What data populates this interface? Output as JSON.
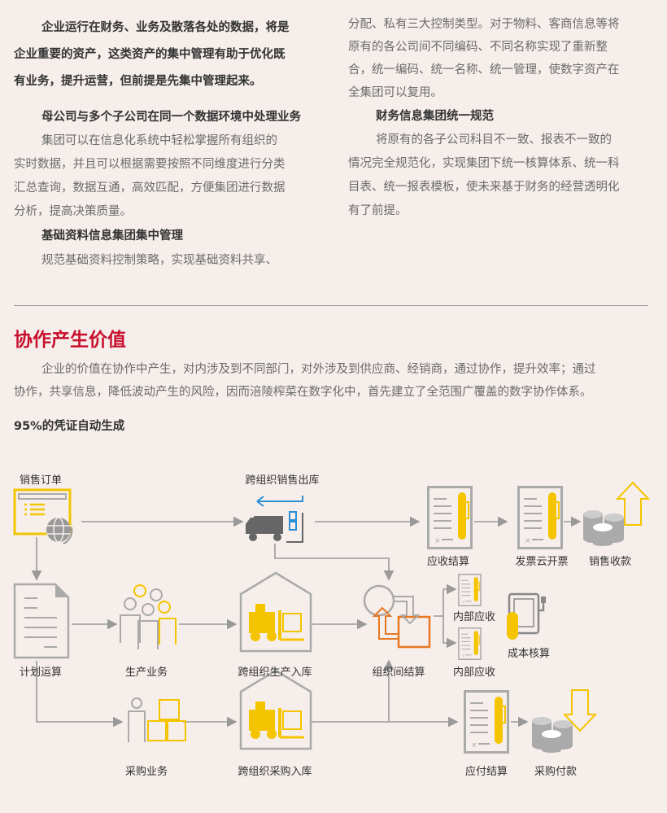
{
  "left_column": {
    "intro": [
      "企业运行在财务、业务及散落各处的数据，将是",
      "企业重要的资产，这类资产的集中管理有助于优化既",
      "有业务，提升运营，但前提是先集中管理起来。"
    ],
    "heading1": "母公司与多个子公司在同一个数据环境中处理业务",
    "body1": [
      "集团可以在信息化系统中轻松掌握所有组织的",
      "实时数据，并且可以根据需要按照不同维度进行分类",
      "汇总查询，数据互通，高效匹配，方便集团进行数据",
      "分析，提高决策质量。"
    ],
    "heading2": "基础资料信息集团集中管理",
    "body2": [
      "规范基础资料控制策略，实现基础资料共享、"
    ]
  },
  "right_column": {
    "body2_cont": [
      "分配、私有三大控制类型。对于物料、客商信息等将",
      "原有的各公司间不同编码、不同名称实现了重新整",
      "合，统一编码、统一名称、统一管理，使数字资产在",
      "全集团可以复用。"
    ],
    "heading3": "财务信息集团统一规范",
    "body3": [
      "将原有的各子公司科目不一致、报表不一致的",
      "情况完全规范化，实现集团下统一核算体系、统一科",
      "目表、统一报表模板，使未来基于财务的经营透明化",
      "有了前提。"
    ]
  },
  "section": {
    "title": "协作产生价值",
    "paragraph": [
      "企业的价值在协作中产生，对内涉及到不同部门，对外涉及到供应商、经销商，通过协作，提升效率；通过",
      "协作，共享信息，降低波动产生的风险，因而涪陵榨菜在数字化中，首先建立了全范围广覆盖的数字协作体系。"
    ],
    "subtitle": "95%的凭证自动生成"
  },
  "diagram": {
    "nodes": {
      "sales_order": "销售订单",
      "cross_org_sales_out": "跨组织销售出库",
      "ar_settlement": "应收结算",
      "invoice_cloud": "发票云开票",
      "sales_collection": "销售收款",
      "planning": "计划运算",
      "production": "生产业务",
      "cross_org_production_in": "跨组织生产入库",
      "inter_org_settlement": "组织间结算",
      "internal_ar_1": "内部应收",
      "internal_ar_2": "内部应收",
      "cost_accounting": "成本核算",
      "purchasing": "采购业务",
      "cross_org_purchase_in": "跨组织采购入库",
      "ap_settlement": "应付结算",
      "purchase_payment": "采购付款"
    },
    "colors": {
      "yellow": "#f5c400",
      "gray": "#9a9a9a",
      "blue": "#2a8fd6",
      "orange": "#e87722"
    }
  }
}
